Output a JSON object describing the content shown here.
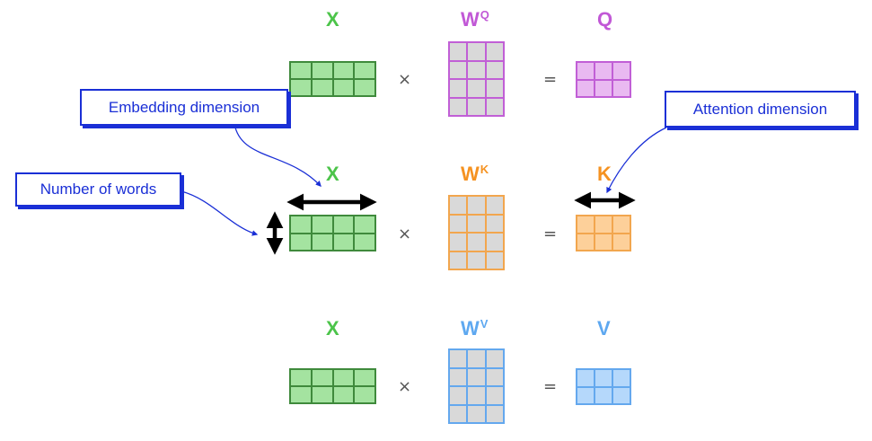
{
  "colors": {
    "green_fill": "#a4e3a0",
    "green_border": "#3f8a3c",
    "purple_fill": "#e9b9f1",
    "purple_border": "#c15fd6",
    "orange_fill": "#fdd09a",
    "orange_border": "#f2a64e",
    "blue_fill": "#b5d8fb",
    "blue_border": "#64a8ee",
    "weight_fill": "#d9d9d9",
    "label_green": "#4cc44a",
    "label_purple": "#c158d6",
    "label_orange": "#f59221",
    "label_blue": "#5ea8f0",
    "annotation": "#1a2fd6"
  },
  "rows": [
    {
      "x_label": "X",
      "w_label": "W",
      "w_sup": "Q",
      "out_label": "Q",
      "times": "×",
      "equals": "="
    },
    {
      "x_label": "X",
      "w_label": "W",
      "w_sup": "K",
      "out_label": "K",
      "times": "×",
      "equals": "="
    },
    {
      "x_label": "X",
      "w_label": "W",
      "w_sup": "V",
      "out_label": "V",
      "times": "×",
      "equals": "="
    }
  ],
  "annotations": {
    "embedding": "Embedding dimension",
    "words": "Number of words",
    "attention": "Attention dimension"
  },
  "icons": [
    "double-arrow-horizontal-icon",
    "double-arrow-vertical-icon",
    "pointer-arrow-icon"
  ]
}
